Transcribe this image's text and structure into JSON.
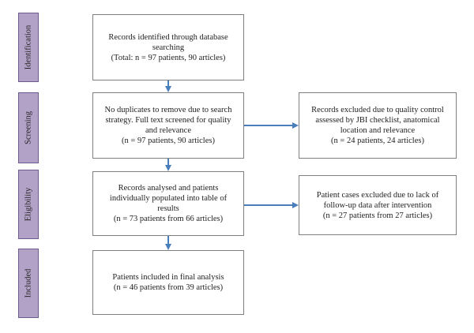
{
  "colors": {
    "stage_fill": "#b3a2c7",
    "stage_border": "#6e5a8c",
    "arrow": "#4a7ebb",
    "box_border": "#7f7f7f"
  },
  "stages": {
    "identification": "Identification",
    "screening": "Screening",
    "eligibility": "Eligibility",
    "included": "Included"
  },
  "boxes": {
    "identified": {
      "line1": "Records identified through database",
      "line2": "searching",
      "line3": "(Total: n = 97 patients, 90 articles)"
    },
    "screened": {
      "line1": "No duplicates to remove due to search",
      "line2": "strategy. Full text screened for quality",
      "line3": "and relevance",
      "line4": "(n = 97 patients, 90 articles)"
    },
    "excluded_quality": {
      "line1": "Records excluded due to quality control",
      "line2": "assessed by JBI checklist, anatomical",
      "line3": "location and relevance",
      "line4": "(n = 24 patients, 24 articles)"
    },
    "analysed": {
      "line1": "Records analysed and patients",
      "line2": "individually populated into table of",
      "line3": "results",
      "line4": "(n = 73 patients from 66 articles)"
    },
    "excluded_followup": {
      "line1": "Patient cases excluded due to lack of",
      "line2": "follow-up data after intervention",
      "line3": "(n = 27 patients from 27 articles)"
    },
    "included": {
      "line1": "Patients included in final analysis",
      "line2": "(n = 46 patients from 39 articles)"
    }
  }
}
